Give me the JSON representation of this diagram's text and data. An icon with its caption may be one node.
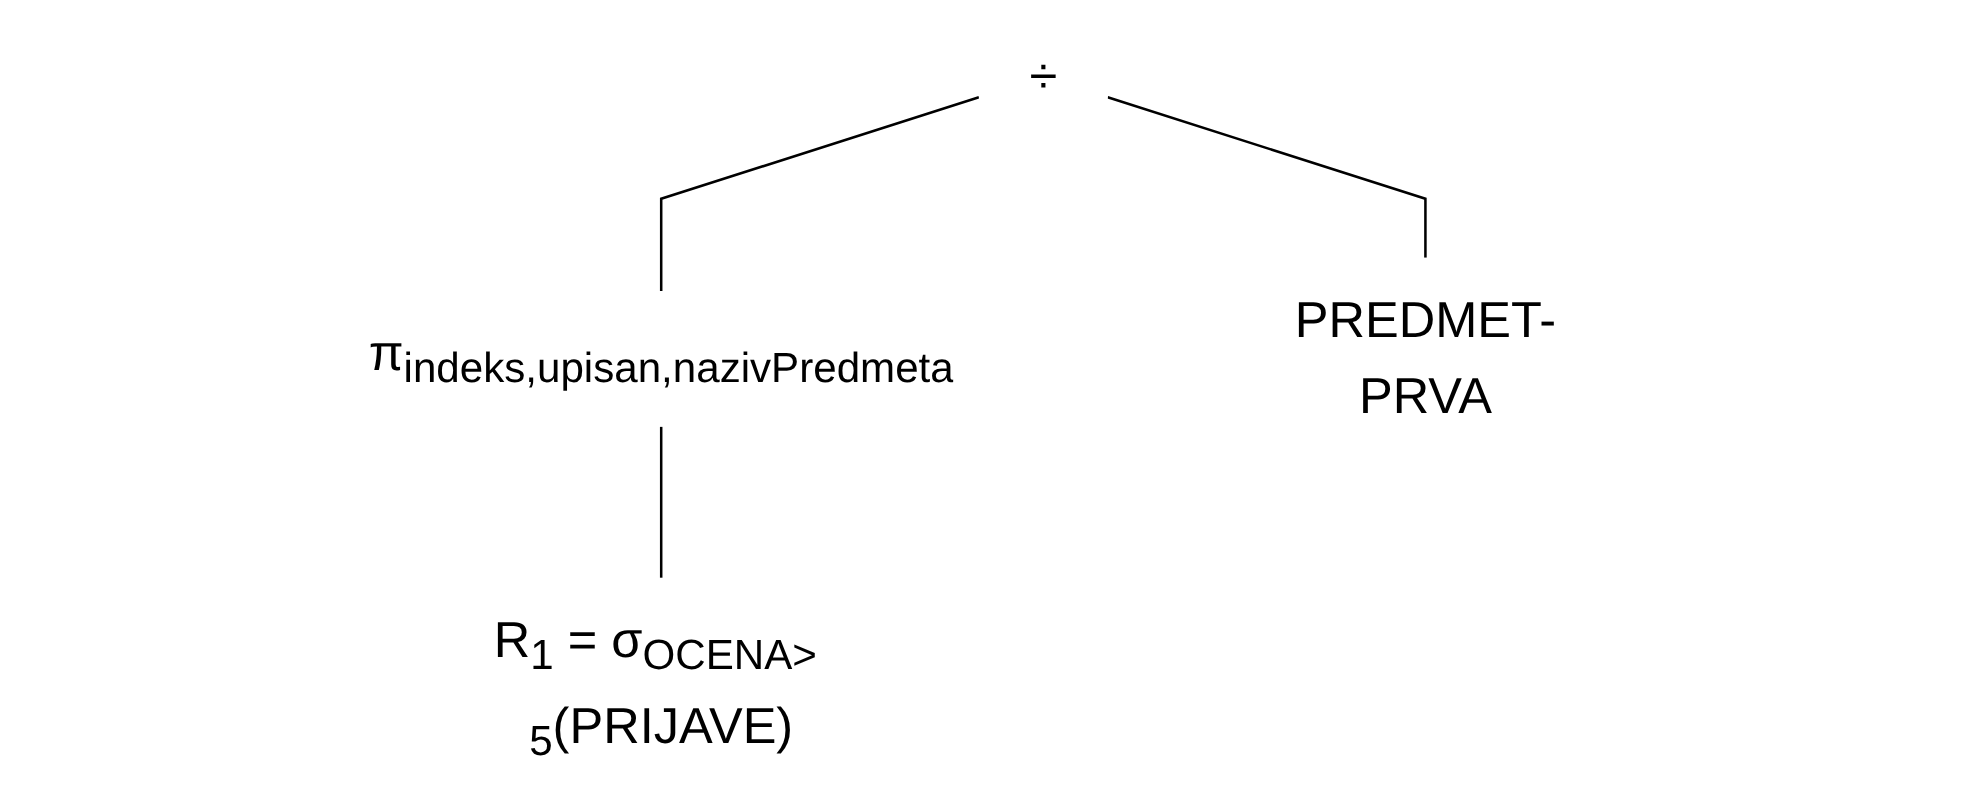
{
  "diagram": {
    "nodes": [
      {
        "text": [
          "÷"
        ]
      },
      {
        "text": [
          "π$_{indeks,upisan,nazivPredmeta}$"
        ]
      },
      {
        "text": [
          "PREDMET-PRVA"
        ]
      },
      {
        "text": [
          "R$_{1}$ = σ$_{OCENA> 5}$(PRIJAVE)"
        ]
      }
    ],
    "edges": [
      {
        "from": 0,
        "to": 1,
        "arrow": "none"
      },
      {
        "from": 0,
        "to": 2,
        "arrow": "none"
      },
      {
        "from": 1,
        "to": 3,
        "arrow": "none"
      }
    ]
  }
}
